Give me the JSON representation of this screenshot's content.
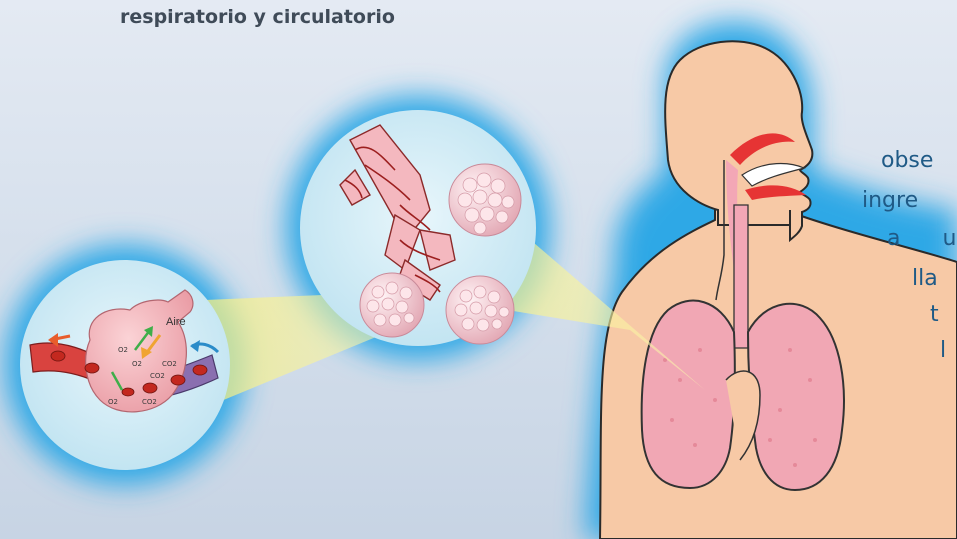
{
  "title": "respiratorio y circulatorio",
  "fragments": [
    "obse",
    "ingre",
    "a      u",
    "lla",
    "t",
    "l"
  ],
  "alveolus": {
    "label": "Aire",
    "gas_labels": [
      "O2",
      "CO2"
    ]
  },
  "colors": {
    "glow": "#2fa8e6",
    "skin": "#f7c9a6",
    "lung": "#f1a7b4",
    "text_blue": "#1f5a86"
  }
}
